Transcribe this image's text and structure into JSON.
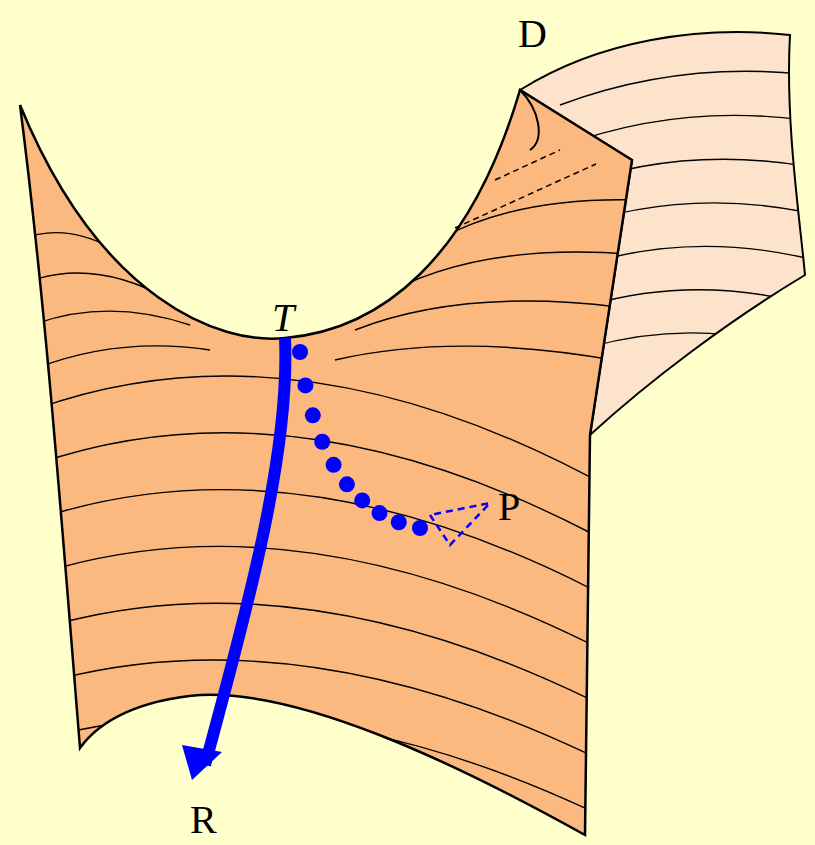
{
  "diagram": {
    "labels": [
      "D",
      "T",
      "P",
      "R"
    ]
  }
}
